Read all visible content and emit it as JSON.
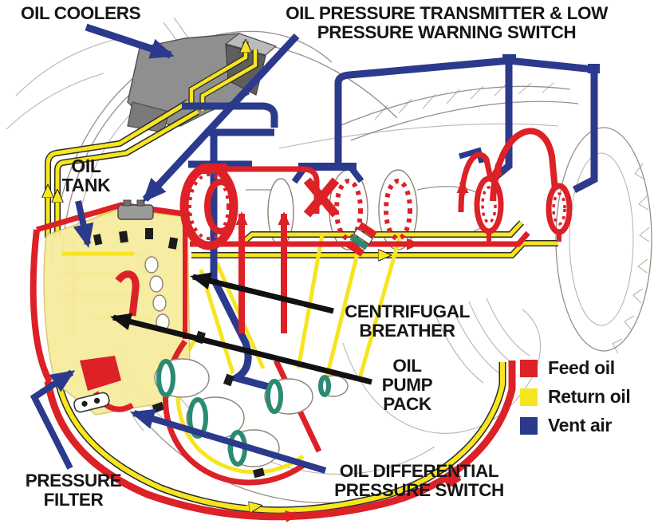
{
  "labels": {
    "oil_coolers": {
      "lines": [
        "OIL COOLERS"
      ]
    },
    "transmitter": {
      "lines": [
        "OIL PRESSURE TRANSMITTER & LOW",
        "PRESSURE WARNING SWITCH"
      ]
    },
    "oil_tank": {
      "lines": [
        "OIL",
        "TANK"
      ]
    },
    "breather": {
      "lines": [
        "CENTRIFUGAL",
        "BREATHER"
      ]
    },
    "pump_pack": {
      "lines": [
        "OIL",
        "PUMP",
        "PACK"
      ]
    },
    "pressure_filter": {
      "lines": [
        "PRESSURE",
        "FILTER"
      ]
    },
    "diff_switch": {
      "lines": [
        "OIL DIFFERENTIAL",
        "PRESSURE SWITCH"
      ]
    }
  },
  "legend": {
    "items": [
      {
        "label": "Feed oil",
        "color": "#DC2127"
      },
      {
        "label": "Return oil",
        "color": "#F6E51F"
      },
      {
        "label": "Vent air",
        "color": "#2B3A8C"
      }
    ]
  },
  "colors": {
    "feed": "#DC2127",
    "ret": "#F6E51F",
    "vent": "#2B3A8C",
    "sketch": "#8E8374",
    "tank": "#F6EB9E",
    "teal": "#2B8A72",
    "cooler": "#8F8F8F",
    "cooler_dark": "#5E5E5E",
    "cooler_light": "#BBBBBB"
  }
}
